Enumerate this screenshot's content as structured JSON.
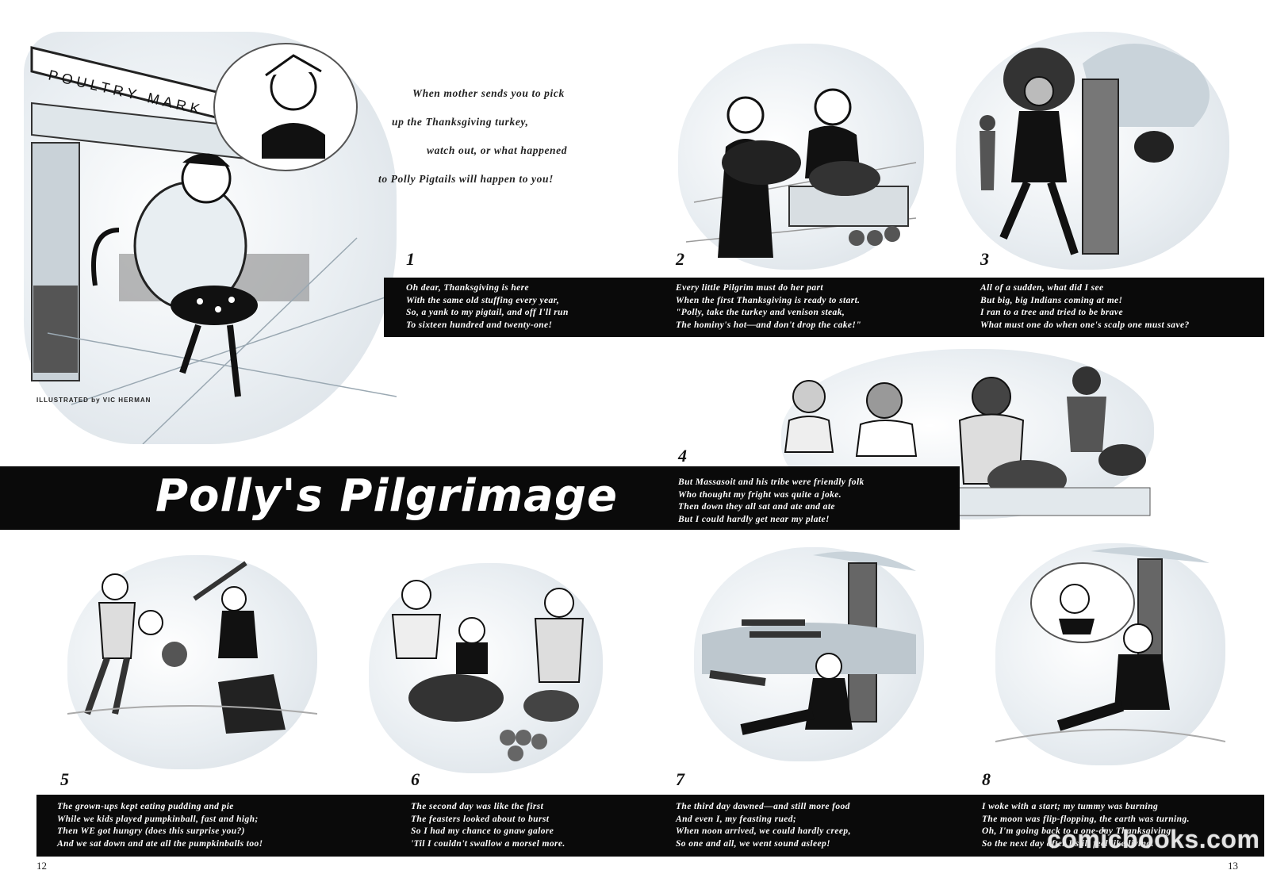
{
  "sign_text": "POULTRY MARK",
  "intro_lines": [
    "When mother sends you to pick",
    "up the Thanksgiving turkey,",
    "watch out, or what happened",
    "to Polly Pigtails will happen to you!"
  ],
  "credit": "ILLUSTRATED by VIC HERMAN",
  "title": "Polly's Pilgrimage",
  "panels": [
    {
      "number": "1",
      "lines": [
        "Oh dear, Thanksgiving is here",
        "With the same old stuffing every year,",
        "So, a yank to my pigtail, and off I'll run",
        "To sixteen hundred and twenty-one!"
      ]
    },
    {
      "number": "2",
      "lines": [
        "Every little Pilgrim must do her part",
        "When the first Thanksgiving is ready to start.",
        "\"Polly, take the turkey and venison steak,",
        "The hominy's hot—and don't drop the cake!\""
      ]
    },
    {
      "number": "3",
      "lines": [
        "All of a sudden, what did I see",
        "But big, big Indians coming at me!",
        "I ran to a tree and tried to be brave",
        "What must one do when one's scalp one must save?"
      ]
    },
    {
      "number": "4",
      "lines": [
        "But Massasoit and his tribe were friendly folk",
        "Who thought my fright was quite a joke.",
        "Then down they all sat and ate and ate",
        "But I could hardly get near my plate!"
      ]
    },
    {
      "number": "5",
      "lines": [
        "The grown-ups kept eating pudding and pie",
        "While we kids played pumpkinball, fast and high;",
        "Then WE got hungry (does this surprise you?)",
        "And we sat down and ate all the pumpkinballs too!"
      ]
    },
    {
      "number": "6",
      "lines": [
        "The second day was like the first",
        "The feasters looked about to burst",
        "So I had my chance to gnaw galore",
        "'Til I couldn't swallow a morsel more."
      ]
    },
    {
      "number": "7",
      "lines": [
        "The third day dawned—and still more food",
        "And even I, my feasting rued;",
        "When noon arrived, we could hardly creep,",
        "So one and all, we went sound asleep!"
      ]
    },
    {
      "number": "8",
      "lines": [
        "I woke with a start; my tummy was burning",
        "The moon was flip-flopping, the earth was turning.",
        "Oh, I'm going back to a one-day Thanksgiving",
        "So the next day after I still feel like living."
      ]
    }
  ],
  "page_left": "12",
  "page_right": "13",
  "watermark": "comicbooks.com",
  "colors": {
    "band": "#0a0a0a",
    "paper": "#ffffff",
    "ink": "#111111"
  }
}
